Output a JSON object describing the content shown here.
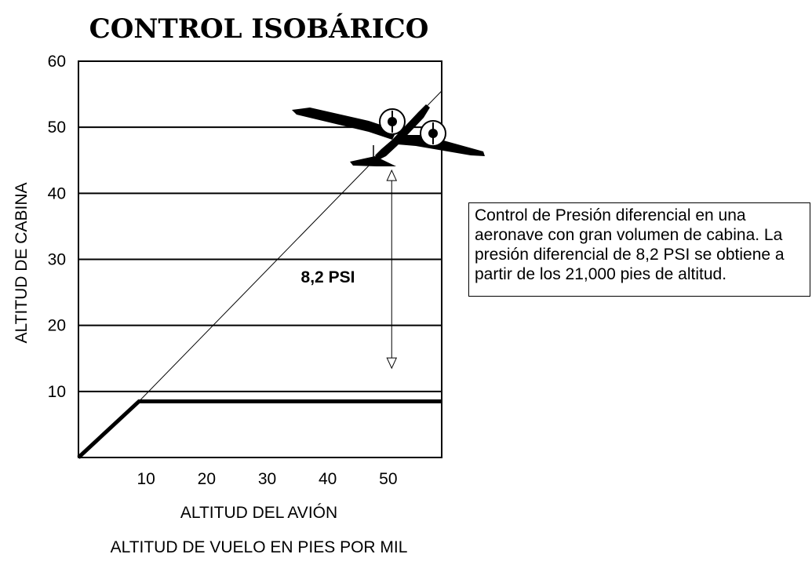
{
  "chart_data": {
    "type": "line",
    "title": "CONTROL ISOBÁRICO",
    "xlabel": "ALTITUD DEL AVIÓN",
    "xlabel2": "ALTITUD DE VUELO EN PIES POR MIL",
    "ylabel": "ALTITUD DE CABINA",
    "xlim": [
      0,
      60
    ],
    "ylim": [
      0,
      60
    ],
    "x_ticks": [
      10,
      20,
      30,
      40,
      50
    ],
    "x_tick_labels": [
      "10",
      "20",
      "30",
      "40",
      "50"
    ],
    "y_ticks": [
      10,
      20,
      30,
      40,
      50,
      60
    ],
    "y_tick_labels": [
      "10",
      "20",
      "30",
      "40",
      "50",
      "60"
    ],
    "grid": "horizontal",
    "series": [
      {
        "name": "",
        "style": "thick",
        "x": [
          0,
          10,
          60
        ],
        "y": [
          0,
          8.5,
          8.5
        ]
      },
      {
        "name": "",
        "style": "thin",
        "x": [
          10,
          60
        ],
        "y": [
          8.5,
          55.5
        ]
      }
    ],
    "annotations": [
      {
        "text": "8,2 PSI",
        "x": 52,
        "y_from": 43,
        "y_to": 14
      }
    ],
    "note": "Control de Presión diferencial en una aeronave con gran volumen de cabina. La presión diferencial de 8,2 PSI se obtiene a partir de los 21,000 pies de altitud.",
    "colors": {
      "line": "#000000",
      "background": "#ffffff"
    }
  }
}
